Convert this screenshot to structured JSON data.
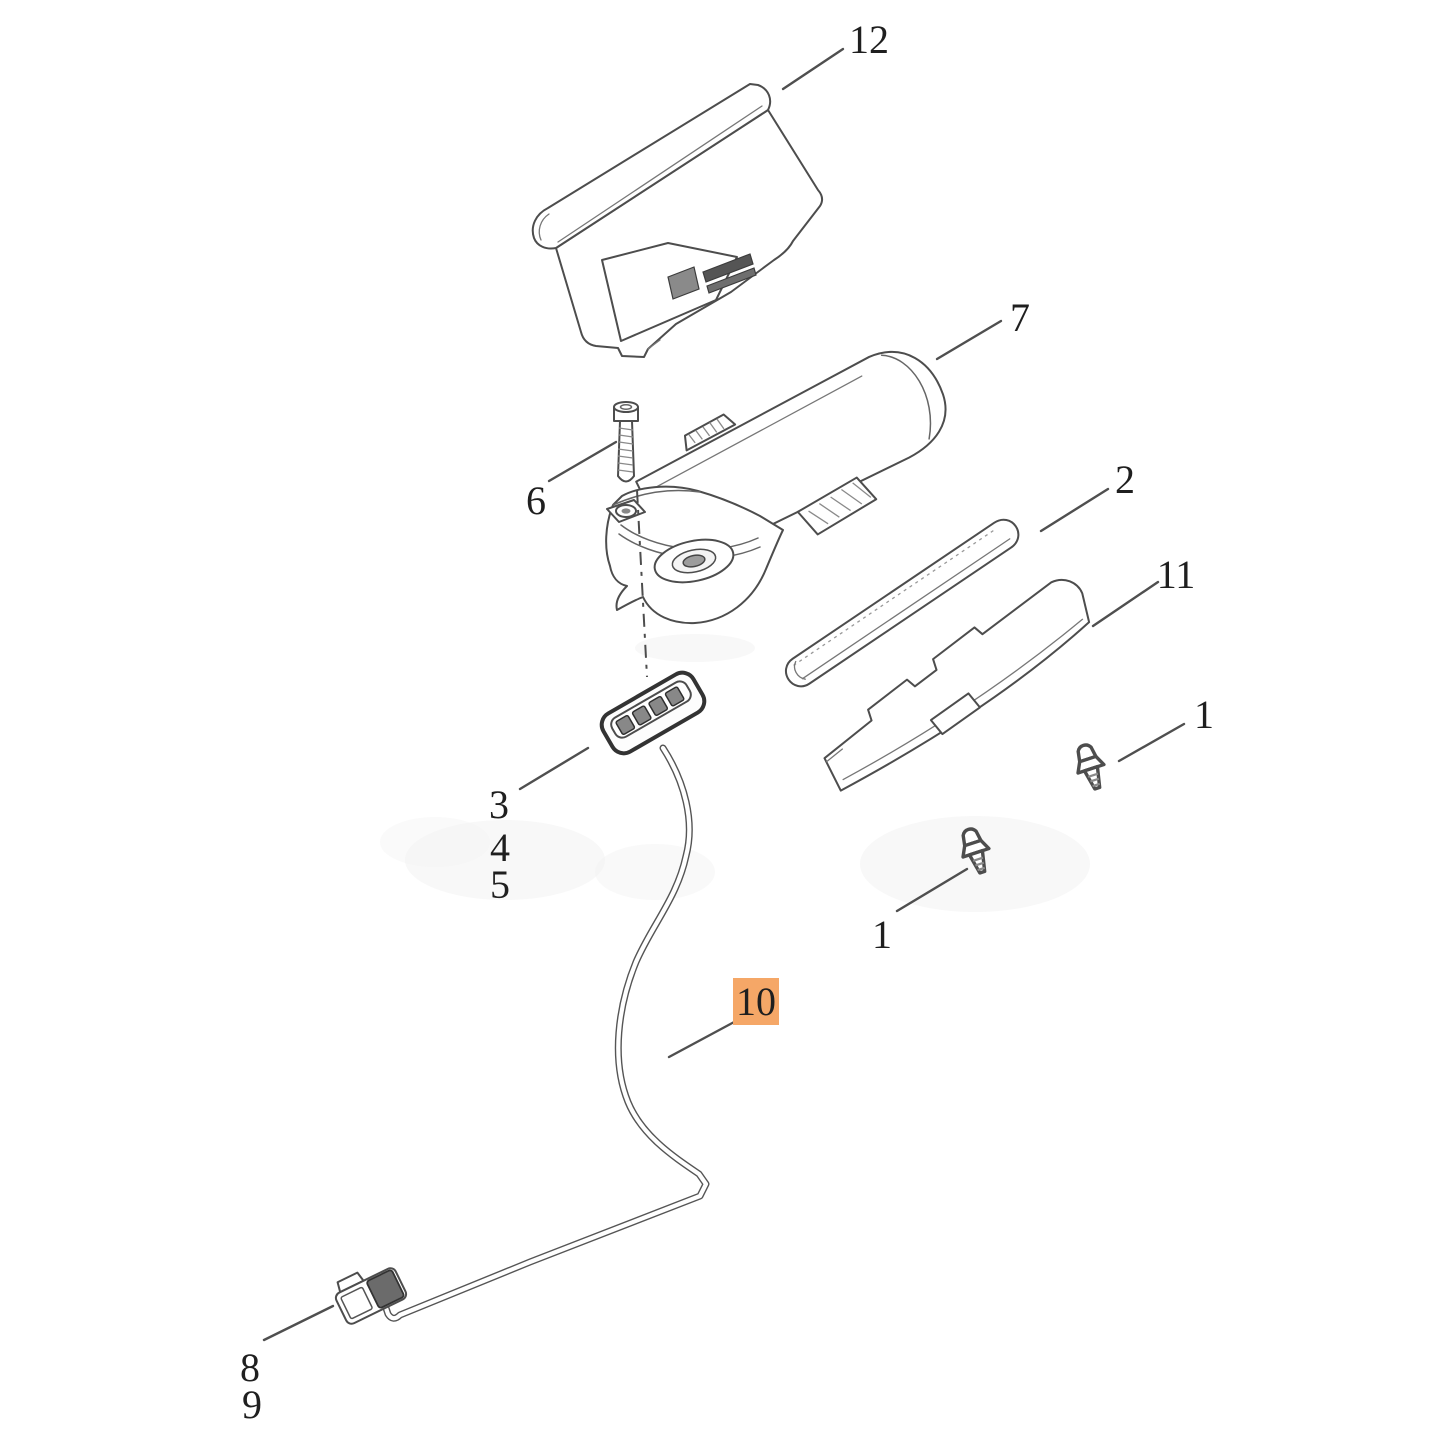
{
  "figure": {
    "background": "#ffffff",
    "line_color": "#4d4d4d",
    "label_color": "#1f1f1f"
  },
  "highlight": {
    "bg": "#f5a767",
    "fg": "#462c10"
  },
  "callouts": {
    "c12": {
      "label": "12",
      "highlighted": false
    },
    "c7": {
      "label": "7",
      "highlighted": false
    },
    "c6": {
      "label": "6",
      "highlighted": false
    },
    "c2": {
      "label": "2",
      "highlighted": false
    },
    "c11": {
      "label": "11",
      "highlighted": false
    },
    "c1_right": {
      "label": "1",
      "highlighted": false
    },
    "c3": {
      "label": "3",
      "highlighted": false
    },
    "c4": {
      "label": "4",
      "highlighted": false
    },
    "c5": {
      "label": "5",
      "highlighted": false
    },
    "c1_lower": {
      "label": "1",
      "highlighted": false
    },
    "c10": {
      "label": "10",
      "highlighted": true
    },
    "c8": {
      "label": "8",
      "highlighted": false
    },
    "c9": {
      "label": "9",
      "highlighted": false
    }
  }
}
